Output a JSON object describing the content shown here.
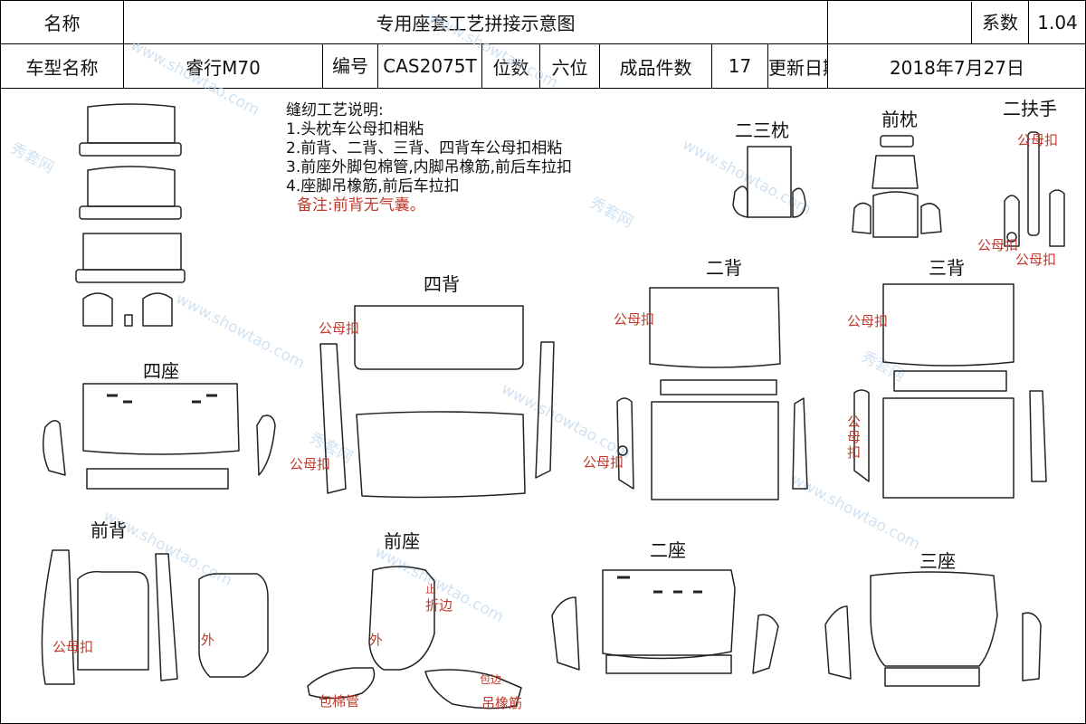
{
  "header": {
    "name_label": "名称",
    "title": "专用座套工艺拼接示意图",
    "coef_label": "系数",
    "coef_value": "1.04",
    "model_label": "车型名称",
    "model_value": "睿行M70",
    "code_label": "编号",
    "code_value": "CAS2075T",
    "seats_label": "位数",
    "seats_value": "六位",
    "pieces_label": "成品件数",
    "pieces_value": "17",
    "date_label": "更新日期",
    "date_value": "2018年7月27日"
  },
  "notes": {
    "heading": "缝纫工艺说明:",
    "items": [
      "1.头枕车公母扣相粘",
      "2.前背、二背、三背、四背车公母扣相粘",
      "3.前座外脚包棉管,内脚吊橡筋,前后车拉扣",
      "4.座脚吊橡筋,前后车拉扣"
    ],
    "remark": "备注:前背无气囊。"
  },
  "sections": {
    "four_seat": "四座",
    "four_back": "四背",
    "two_three_pillow": "二三枕",
    "front_pillow": "前枕",
    "two_armrest": "二扶手",
    "two_back": "二背",
    "three_back": "三背",
    "front_back": "前背",
    "front_seat": "前座",
    "two_seat": "二座",
    "three_seat": "三座"
  },
  "marks": {
    "snap": "公母扣",
    "snap_vertical": [
      "公",
      "母",
      "扣"
    ],
    "outer": "外",
    "stop": "止",
    "fold": "折边",
    "cotton_tube": "包棉管",
    "edge": "包边",
    "elastic": "吊橡筋"
  },
  "watermark": {
    "site": "www.showtao.com",
    "brand": "秀套网"
  }
}
